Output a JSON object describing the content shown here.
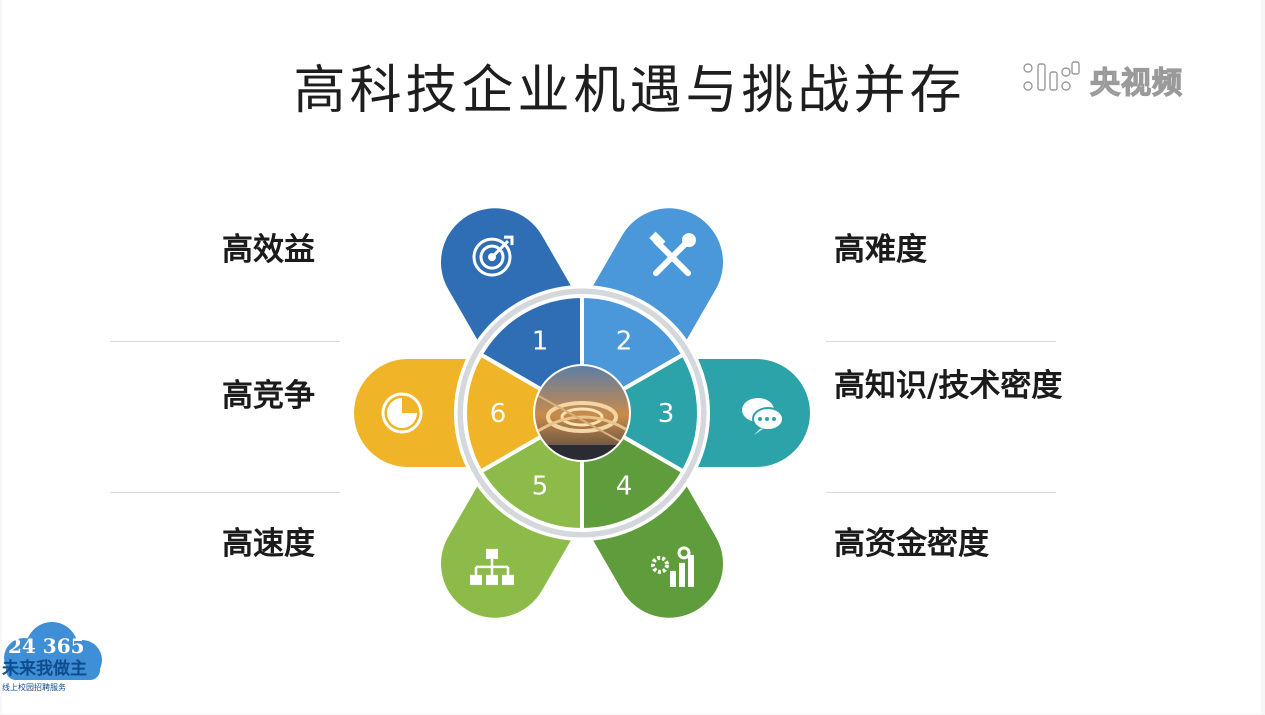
{
  "title": "高科技企业机遇与挑战并存",
  "watermark": {
    "text": "央视频",
    "icon": "cctv-video-logo-icon"
  },
  "labels": {
    "left": [
      "高效益",
      "高竞争",
      "高速度"
    ],
    "right": [
      "高难度",
      "高知识/技术密度",
      "高资金密度"
    ]
  },
  "segments": [
    {
      "number": "1",
      "color": "#2f6db5",
      "icon": "target-icon"
    },
    {
      "number": "2",
      "color": "#4a98d9",
      "icon": "tools-icon"
    },
    {
      "number": "3",
      "color": "#2ba3a8",
      "icon": "chat-icon"
    },
    {
      "number": "4",
      "color": "#5f9c3b",
      "icon": "gear-chart-icon"
    },
    {
      "number": "5",
      "color": "#8dbb4a",
      "icon": "hierarchy-icon"
    },
    {
      "number": "6",
      "color": "#f0b429",
      "icon": "pie-chart-icon"
    }
  ],
  "center_image": {
    "icon": "highway-interchange-photo"
  },
  "brand": {
    "number": "24 365",
    "text": "未来我做主",
    "subtext": "线上校园招聘服务",
    "cloud_color": "#3f8fd6"
  }
}
